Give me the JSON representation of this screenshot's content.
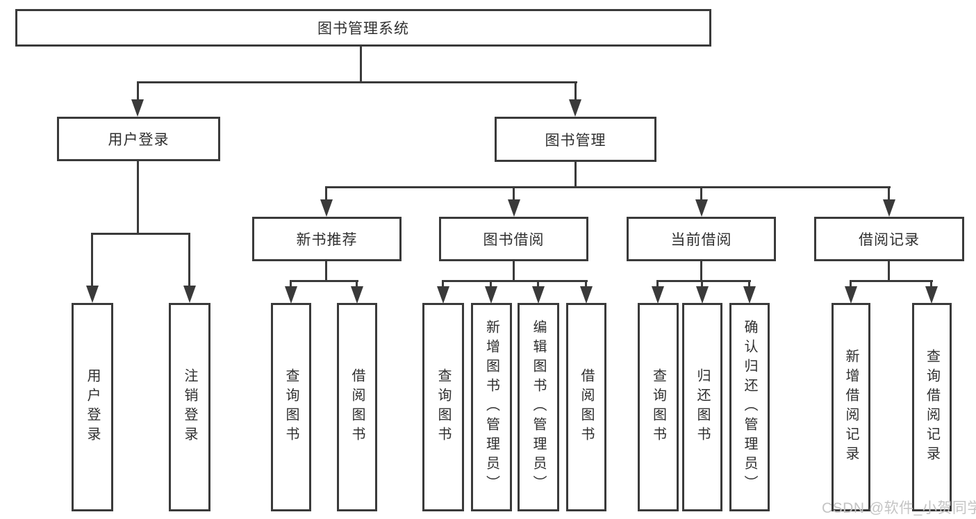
{
  "tree": {
    "root": {
      "label": "图书管理系统",
      "children": [
        {
          "label": "用户登录",
          "children": [
            {
              "label": "用户登录"
            },
            {
              "label": "注销登录"
            }
          ]
        },
        {
          "label": "图书管理",
          "children": [
            {
              "label": "新书推荐",
              "children": [
                {
                  "label": "查询图书"
                },
                {
                  "label": "借阅图书"
                }
              ]
            },
            {
              "label": "图书借阅",
              "children": [
                {
                  "label": "查询图书"
                },
                {
                  "label": "新增图书（管理员）"
                },
                {
                  "label": "编辑图书（管理员）"
                },
                {
                  "label": "借阅图书"
                }
              ]
            },
            {
              "label": "当前借阅",
              "children": [
                {
                  "label": "查询图书"
                },
                {
                  "label": "归还图书"
                },
                {
                  "label": "确认归还（管理员）"
                }
              ]
            },
            {
              "label": "借阅记录",
              "children": [
                {
                  "label": "新增借阅记录"
                },
                {
                  "label": "查询借阅记录"
                }
              ]
            }
          ]
        }
      ]
    }
  },
  "watermark": {
    "text": "CSDN @软件_小贺同学"
  },
  "colors": {
    "line": "#3a3a3a",
    "text": "#2f2f2f",
    "background": "#ffffff",
    "watermark": "#c4c4c4"
  }
}
